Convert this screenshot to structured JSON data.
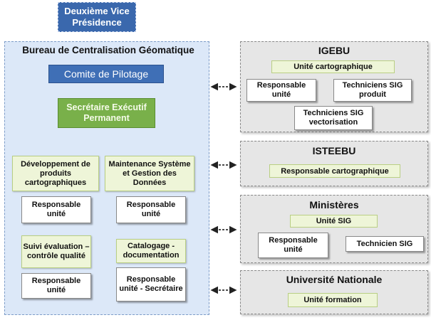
{
  "top": {
    "label": "Deuxième Vice Présidence"
  },
  "bureau": {
    "title": "Bureau de Centralisation Géomatique",
    "pilotage": "Comite de Pilotage",
    "secretaire": "Secrétaire Exécutif Permanent",
    "left_branch": {
      "header": "Développement de produits cartographiques",
      "resp": "Responsable unité",
      "suivi": "Suivi évaluation – contrôle qualité",
      "resp2": "Responsable unité"
    },
    "right_branch": {
      "header": "Maintenance Système et Gestion des Données",
      "resp": "Responsable unité",
      "catalog": "Catalogage - documentation",
      "resp2": "Responsable unité - Secrétaire"
    }
  },
  "partners": {
    "igebu": {
      "title": "IGEBU",
      "unit": "Unité cartographique",
      "resp": "Responsable unité",
      "tech_prod": "Techniciens SIG produit",
      "tech_vect": "Techniciens SIG vectorisation"
    },
    "isteebu": {
      "title": "ISTEEBU",
      "resp": "Responsable cartographique"
    },
    "ministeres": {
      "title": "Ministères",
      "unit": "Unité SIG",
      "resp": "Responsable unité",
      "tech": "Technicien SIG"
    },
    "universite": {
      "title": "Université Nationale",
      "unit": "Unité formation"
    }
  }
}
